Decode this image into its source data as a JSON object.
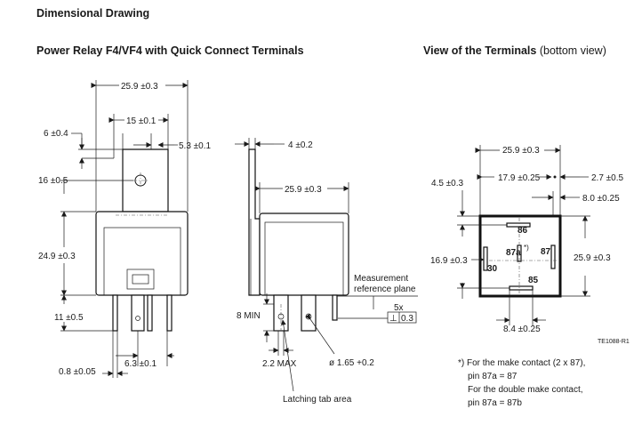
{
  "headings": {
    "section": "Dimensional Drawing",
    "relay_title": "Power Relay F4/VF4 with Quick Connect Terminals",
    "view_title": "View of the Terminals",
    "view_subtitle": "(bottom view)"
  },
  "front_view": {
    "width_total": "25.9 ±0.3",
    "bracket_width": "15 ±0.1",
    "bracket_offset": "5.3 ±0.1",
    "top_offset": "6 ±0.4",
    "hole_height": "16 ±0.5",
    "body_height": "24.9 ±0.3",
    "terminal_length": "11 ±0.5",
    "terminal_pitch": "6.3 ±0.1",
    "terminal_thickness": "0.8 ±0.05"
  },
  "side_view": {
    "bracket_thickness": "4 ±0.2",
    "body_width": "25.9 ±0.3",
    "measurement_plane_line1": "Measurement",
    "measurement_plane_line2": "reference plane",
    "min_length": "8 MIN",
    "max_width": "2.2 MAX",
    "hole_diameter": "ø 1.65 +0.2",
    "count": "5x",
    "perp_symbol": "⊥",
    "perp_value": "0.3",
    "latching_label": "Latching tab area"
  },
  "bottom_view": {
    "width_total": "25.9 ±0.3",
    "dim_17_9": "17.9 ±0.25",
    "dim_2_7": "2.7 ±0.5",
    "dim_8_0": "8.0 ±0.25",
    "dim_4_5": "4.5 ±0.3",
    "dim_16_9": "16.9 ±0.3",
    "height_total": "25.9 ±0.3",
    "dim_8_4": "8.4 ±0.25",
    "pin_86": "86",
    "pin_87a": "87a",
    "pin_87a_mark": "*)",
    "pin_87": "87",
    "pin_30": "30",
    "pin_85": "85",
    "drawing_ref": "TE1088-R1"
  },
  "footnote": {
    "line1": "*) For the make contact (2 x 87),",
    "line2": "pin 87a = 87",
    "line3": "For the double make contact,",
    "line4": "pin 87a = 87b"
  }
}
